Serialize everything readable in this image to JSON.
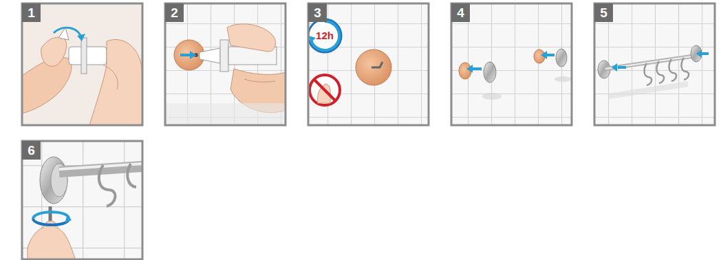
{
  "diagram": {
    "labels": [
      "1",
      "2",
      "3",
      "4",
      "5",
      "6",
      "12h"
    ]
  }
}
